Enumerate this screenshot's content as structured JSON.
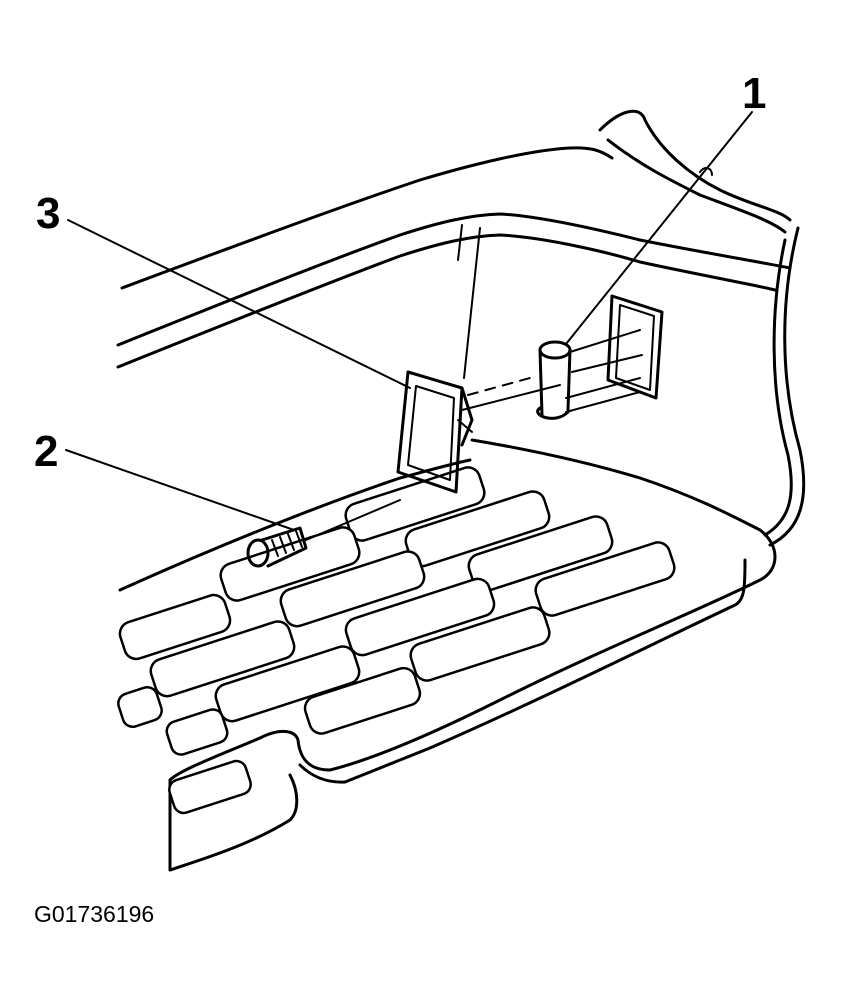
{
  "callouts": [
    {
      "id": "1",
      "label": "1"
    },
    {
      "id": "2",
      "label": "2"
    },
    {
      "id": "3",
      "label": "3"
    }
  ],
  "figure_id": "G01736196"
}
